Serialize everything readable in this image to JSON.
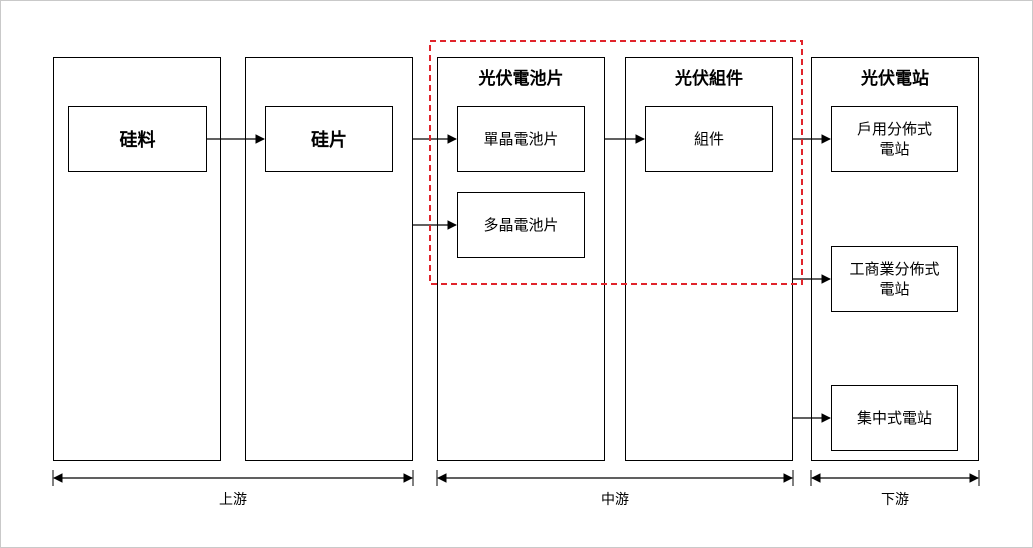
{
  "columns": [
    {
      "title": ""
    },
    {
      "title": ""
    },
    {
      "title": "光伏電池片"
    },
    {
      "title": "光伏組件"
    },
    {
      "title": "光伏電站"
    }
  ],
  "nodes": {
    "silicon_material": "硅料",
    "silicon_wafer": "硅片",
    "mono_cell": "單晶電池片",
    "poly_cell": "多晶電池片",
    "module": "組件",
    "residential_line1": "戶用分佈式",
    "residential_line2": "電站",
    "commercial_line1": "工商業分佈式",
    "commercial_line2": "電站",
    "centralized": "集中式電站"
  },
  "stages": {
    "upstream": "上游",
    "midstream": "中游",
    "downstream": "下游"
  },
  "colors": {
    "highlight_dash": "#e0242b",
    "line": "#000000"
  }
}
